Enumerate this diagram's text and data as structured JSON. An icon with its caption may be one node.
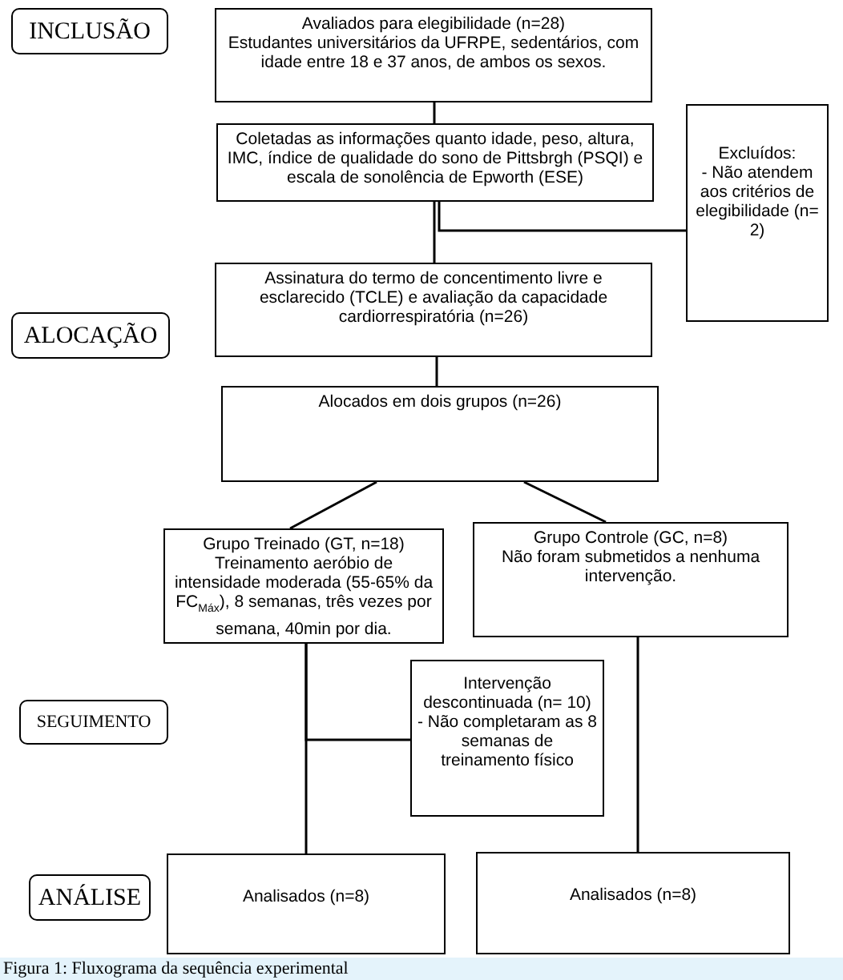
{
  "diagram": {
    "caption": "Figura 1: Fluxograma da sequência experimental",
    "nodes": [
      {
        "text": [
          "INCLUSÃO"
        ]
      },
      {
        "text": [
          "Avaliados para elegibilidade (n=28)",
          "Estudantes universitários da UFRPE, sedentários, com idade entre 18 e 37 anos, de ambos os sexos."
        ]
      },
      {
        "text": [
          "Coletadas as informações quanto idade, peso, altura, IMC, índice de qualidade do sono de Pittsbrgh (PSQI) e escala de sonolência de Epworth (ESE)"
        ]
      },
      {
        "text": [
          "Excluídos:",
          "- Não atendem aos critérios de elegibilidade (n= 2)"
        ]
      },
      {
        "text": [
          "ALOCAÇÃO"
        ]
      },
      {
        "text": [
          "Assinatura do termo de concentimento livre e esclarecido (TCLE) e avaliação da capacidade cardiorrespiratória (n=26)"
        ]
      },
      {
        "text": [
          "Alocados em dois grupos (n=26)"
        ]
      },
      {
        "text": [
          "Grupo Treinado (GT, n=18)",
          "Treinamento aeróbio de intensidade moderada (55-65% da FC$_{Máx}$), 8 semanas, três vezes por semana, 40min por dia."
        ]
      },
      {
        "text": [
          "Grupo Controle (GC, n=8)",
          "Não foram submetidos a nenhuma intervenção."
        ]
      },
      {
        "text": [
          "SEGUIMENTO"
        ]
      },
      {
        "text": [
          "Intervenção descontinuada (n= 10)",
          "- Não completaram as 8 semanas de treinamento físico"
        ]
      },
      {
        "text": [
          "ANÁLISE"
        ]
      },
      {
        "text": [
          "Analisados (n=8)"
        ]
      },
      {
        "text": [
          "Analisados (n=8)"
        ]
      }
    ],
    "edges": [
      {
        "from": 1,
        "to": 2,
        "arrow": "none"
      },
      {
        "from": 2,
        "to": 5,
        "arrow": "none"
      },
      {
        "from": 2,
        "to": 3,
        "arrow": "none"
      },
      {
        "from": 5,
        "to": 6,
        "arrow": "none"
      },
      {
        "from": 6,
        "to": 7,
        "arrow": "none"
      },
      {
        "from": 6,
        "to": 8,
        "arrow": "none"
      },
      {
        "from": 7,
        "to": 12,
        "arrow": "none"
      },
      {
        "from": 7,
        "to": 10,
        "arrow": "none"
      },
      {
        "from": 8,
        "to": 13,
        "arrow": "none"
      }
    ]
  }
}
